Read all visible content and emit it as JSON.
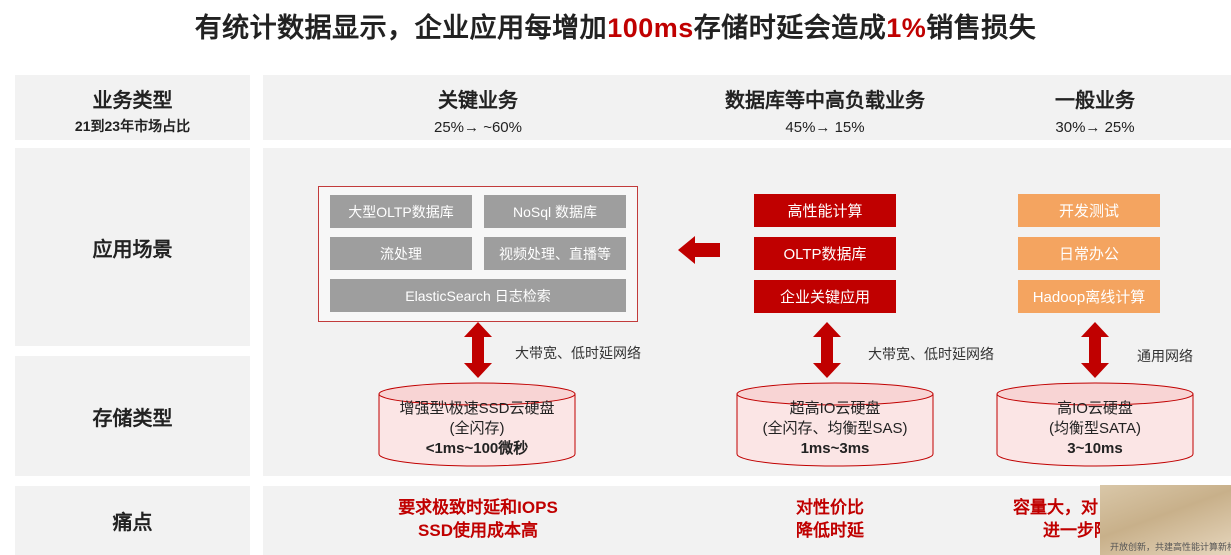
{
  "title": {
    "pre": "有统计数据显示，企业应用每增加",
    "hl1": "100ms",
    "mid": "存储时延会造成",
    "hl2": "1%",
    "post": "销售损失"
  },
  "row_labels": {
    "type_title": "业务类型",
    "type_sub": "21到23年市场占比",
    "scenario": "应用场景",
    "storage": "存储类型",
    "pain": "痛点"
  },
  "columns": [
    {
      "name": "关键业务",
      "share": "25%→ ~60%"
    },
    {
      "name": "数据库等中高负载业务",
      "share": "45%→ 15%"
    },
    {
      "name": "一般业务",
      "share": "30%→ 25%"
    }
  ],
  "critical_apps": [
    "大型OLTP数据库",
    "NoSql 数据库",
    "流处理",
    "视频处理、直播等",
    "ElasticSearch 日志检索"
  ],
  "database_apps": [
    "高性能计算",
    "OLTP数据库",
    "企业关键应用"
  ],
  "general_apps": [
    "开发测试",
    "日常办公",
    "Hadoop离线计算"
  ],
  "networks": [
    "大带宽、低时延网络",
    "大带宽、低时延网络",
    "通用网络"
  ],
  "disks": [
    {
      "name": "增强型\\极速SSD云硬盘",
      "sub": "(全闪存)",
      "latency": "<1ms~100微秒"
    },
    {
      "name": "超高IO云硬盘",
      "sub": "(全闪存、均衡型SAS)",
      "latency": "1ms~3ms"
    },
    {
      "name": "高IO云硬盘",
      "sub": "(均衡型SATA)",
      "latency": "3~10ms"
    }
  ],
  "pains": [
    [
      "要求极致时延和IOPS",
      "SSD使用成本高"
    ],
    [
      "对性价比",
      "降低时延"
    ],
    [
      "容量大，对",
      "进一步降"
    ]
  ],
  "thumb_caption": "开放创新，共建高性能计算新格局",
  "colors": {
    "accent_red": "#c00000",
    "orange": "#f4a460",
    "gray_box": "#9e9e9e",
    "panel": "#f2f2f2"
  }
}
